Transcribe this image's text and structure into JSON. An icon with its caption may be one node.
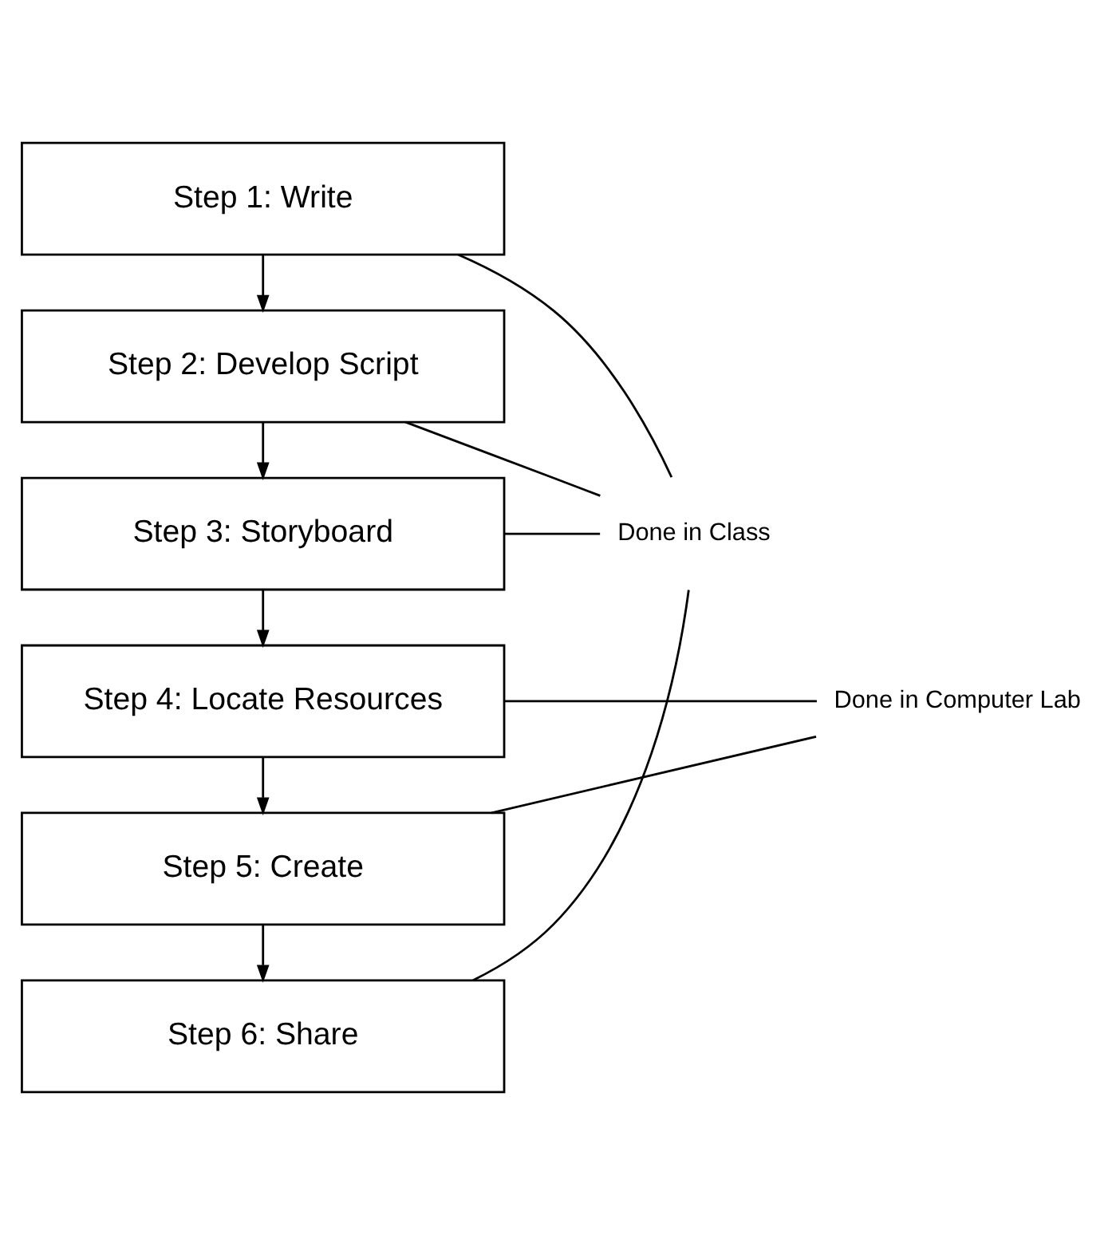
{
  "diagram": {
    "nodes": [
      {
        "text": [
          "Step 1: Write"
        ]
      },
      {
        "text": [
          "Step 2: Develop Script"
        ]
      },
      {
        "text": [
          "Step 3: Storyboard"
        ]
      },
      {
        "text": [
          "Step 4: Locate Resources"
        ]
      },
      {
        "text": [
          "Step 5: Create"
        ]
      },
      {
        "text": [
          "Step 6: Share"
        ]
      },
      {
        "text": [
          "Done in Class"
        ]
      },
      {
        "text": [
          "Done in Computer Lab"
        ]
      }
    ],
    "edges": [
      {
        "from": 0,
        "to": 1,
        "arrow": "to"
      },
      {
        "from": 1,
        "to": 2,
        "arrow": "to"
      },
      {
        "from": 2,
        "to": 3,
        "arrow": "to"
      },
      {
        "from": 3,
        "to": 4,
        "arrow": "to"
      },
      {
        "from": 4,
        "to": 5,
        "arrow": "to"
      },
      {
        "from": 6,
        "to": 0,
        "arrow": "none"
      },
      {
        "from": 6,
        "to": 1,
        "arrow": "none"
      },
      {
        "from": 6,
        "to": 2,
        "arrow": "none"
      },
      {
        "from": 6,
        "to": 5,
        "arrow": "none"
      },
      {
        "from": 7,
        "to": 3,
        "arrow": "none"
      },
      {
        "from": 7,
        "to": 4,
        "arrow": "none"
      }
    ]
  }
}
